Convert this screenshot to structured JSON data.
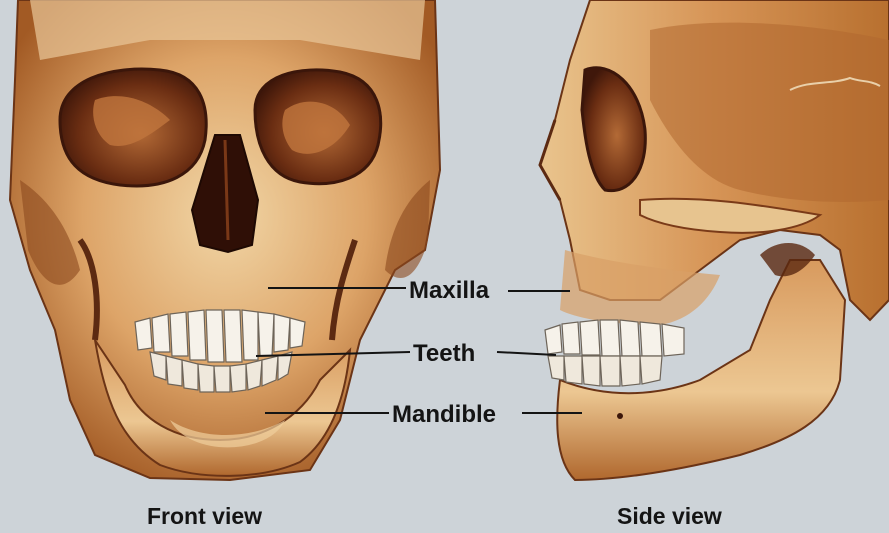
{
  "labels": {
    "maxilla": "Maxilla",
    "teeth": "Teeth",
    "mandible": "Mandible"
  },
  "captions": {
    "front": "Front view",
    "side": "Side view"
  },
  "colors": {
    "background": "#cdd3d8",
    "bone": "#e7c48f",
    "bone_shadow": "#a8632a",
    "bone_dark": "#5c2a12",
    "teeth": "#f6f2ea",
    "line": "#141414"
  }
}
